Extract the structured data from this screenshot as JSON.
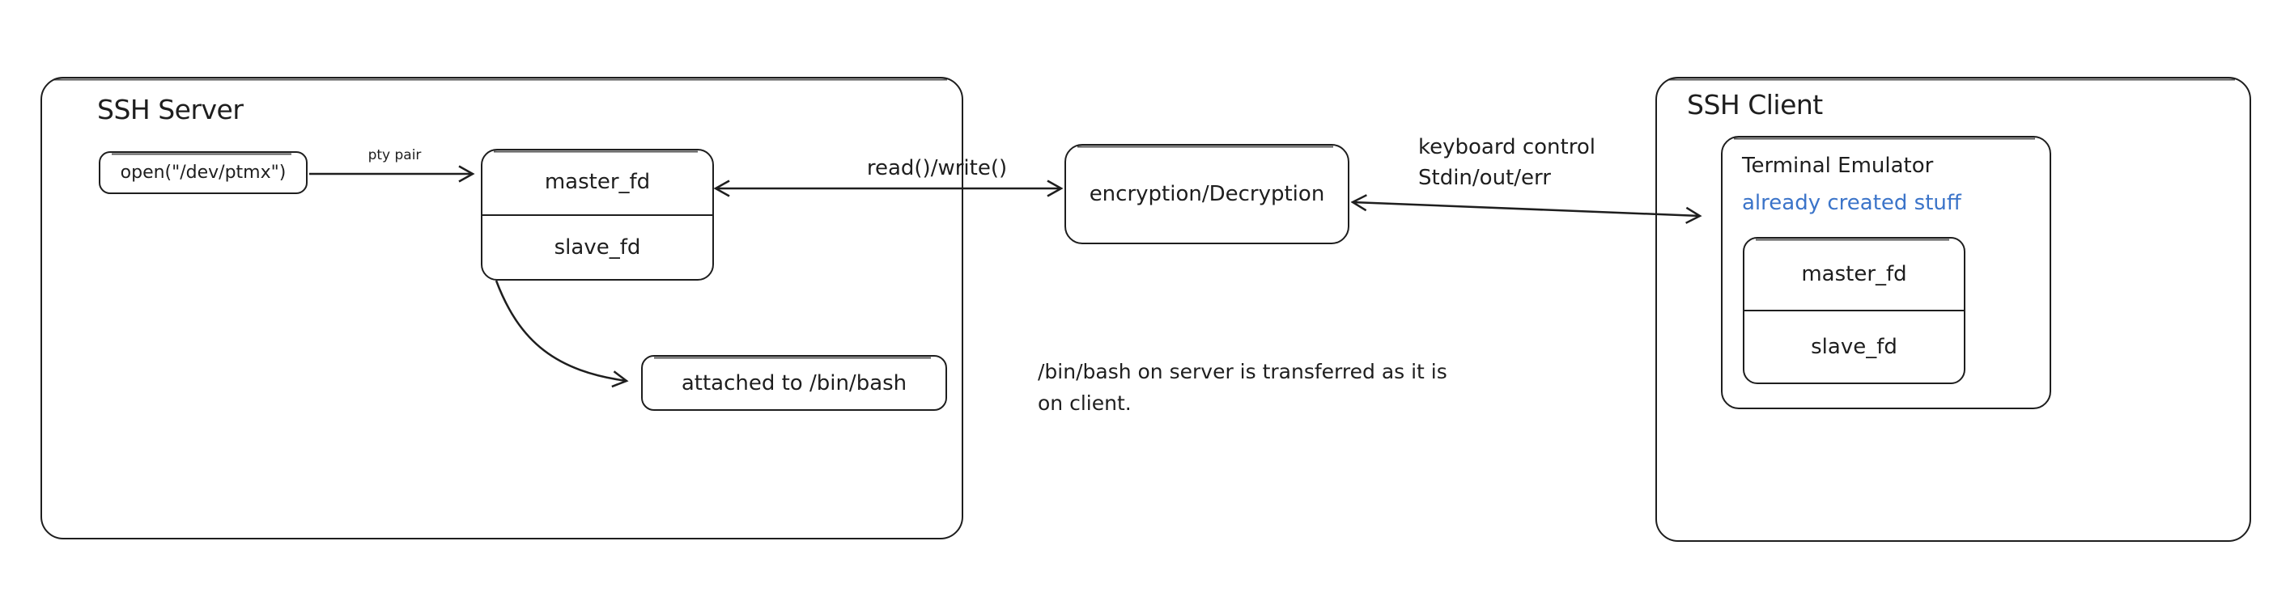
{
  "colors": {
    "stroke": "#1e1e1e",
    "accent_blue": "#3b74c9",
    "background": "#ffffff"
  },
  "server": {
    "title": "SSH Server",
    "open_label": "open(\"/dev/ptmx\")",
    "pty_pair_label": "pty pair",
    "fd_box": {
      "master": "master_fd",
      "slave": "slave_fd"
    },
    "attached_label": "attached to /bin/bash"
  },
  "transport": {
    "readwrite_label": "read()/write()",
    "encryption_label": "encryption/Decryption",
    "keyboard_label_line1": "keyboard control",
    "keyboard_label_line2": "Stdin/out/err",
    "note_line1": "/bin/bash on server is transferred as it is",
    "note_line2": "on client."
  },
  "client": {
    "title": "SSH Client",
    "terminal_title": "Terminal Emulator",
    "terminal_subtitle": "already created stuff",
    "fd_box": {
      "master": "master_fd",
      "slave": "slave_fd"
    }
  }
}
